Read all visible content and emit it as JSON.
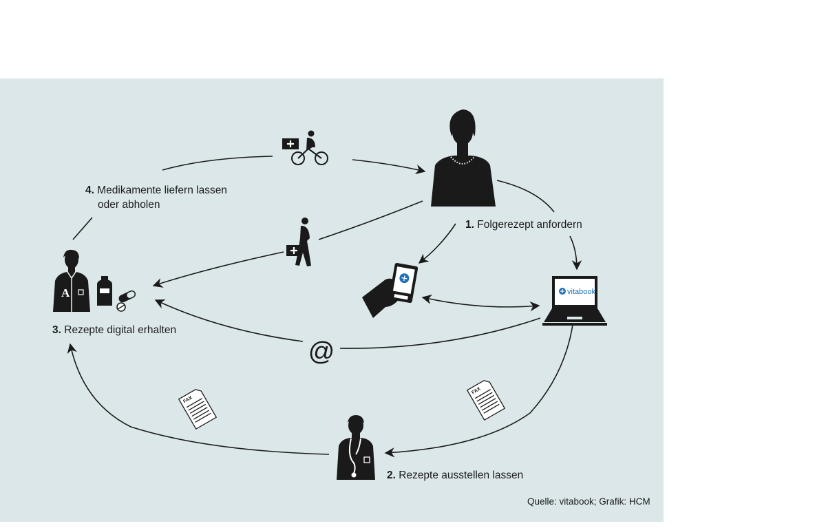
{
  "steps": [
    {
      "num": "1.",
      "text": "Folgerezept anfordern"
    },
    {
      "num": "2.",
      "text": "Rezepte ausstellen lassen"
    },
    {
      "num": "3.",
      "text": "Rezepte digital erhalten"
    },
    {
      "num": "4.",
      "text": "Medikamente liefern lassen",
      "text2": "oder abholen"
    }
  ],
  "laptop_screen_text": "vitabook",
  "at_symbol": "@",
  "fax_label": "FAX",
  "pharmacy_sign": "A",
  "source": "Quelle: vitabook; Grafik: HCM",
  "colors": {
    "panel": "#dce7ea",
    "ink": "#1a1a1a",
    "brand_blue": "#1e6fb5"
  }
}
